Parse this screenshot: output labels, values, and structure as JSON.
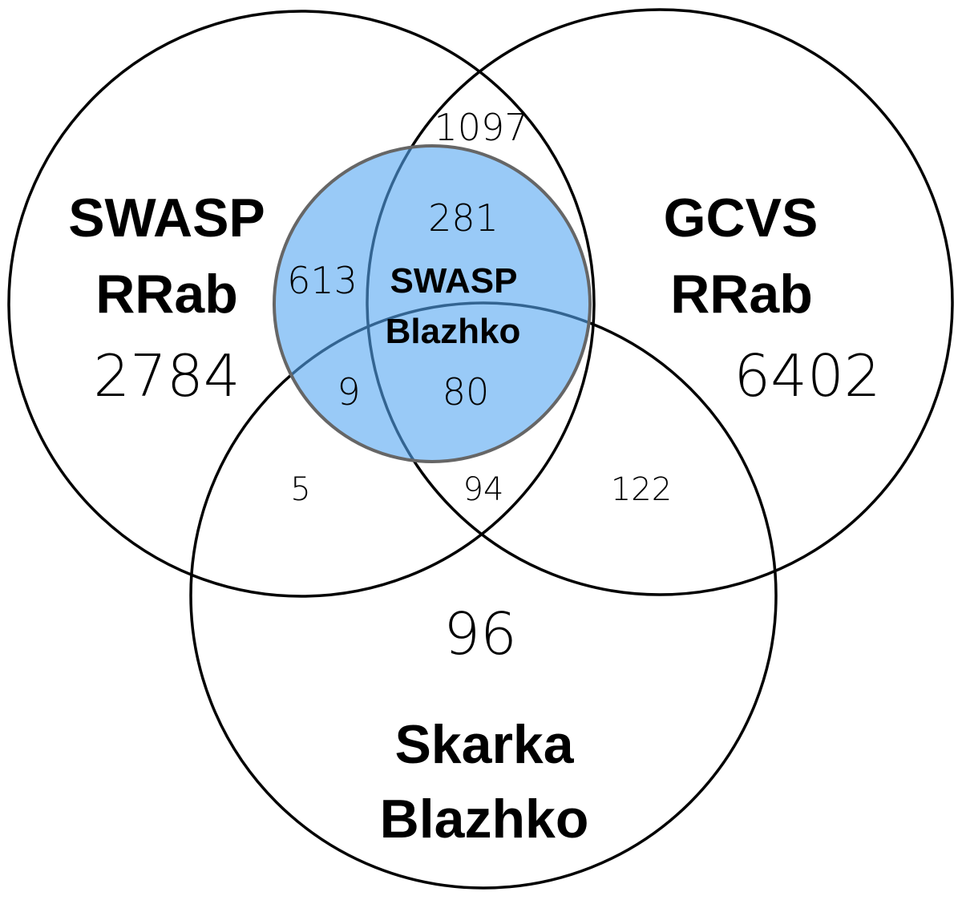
{
  "chart_data": {
    "type": "venn",
    "title": "",
    "sets": [
      {
        "id": "swasp_rrab",
        "label_lines": [
          "SWASP",
          "RRab"
        ],
        "only_count": "2784"
      },
      {
        "id": "gcvs_rrab",
        "label_lines": [
          "GCVS",
          "RRab"
        ],
        "only_count": "6402"
      },
      {
        "id": "skarka_blazhko",
        "label_lines": [
          "Skarka",
          "Blazhko"
        ],
        "only_count": "96"
      },
      {
        "id": "swasp_blazhko",
        "label_lines": [
          "SWASP",
          "Blazhko"
        ],
        "highlighted": true,
        "subset_of": "swasp_rrab"
      }
    ],
    "regions": [
      {
        "id": "swasp_gcvs_only",
        "sets": [
          "swasp_rrab",
          "gcvs_rrab"
        ],
        "value": "1097"
      },
      {
        "id": "blazhko_gcvs",
        "sets": [
          "swasp_blazhko",
          "gcvs_rrab"
        ],
        "value": "281"
      },
      {
        "id": "blazhko_only",
        "sets": [
          "swasp_blazhko"
        ],
        "value": "613"
      },
      {
        "id": "blazhko_skarka",
        "sets": [
          "swasp_blazhko",
          "skarka_blazhko"
        ],
        "value": "9"
      },
      {
        "id": "blazhko_gcvs_skarka",
        "sets": [
          "swasp_blazhko",
          "gcvs_rrab",
          "skarka_blazhko"
        ],
        "value": "80"
      },
      {
        "id": "swasp_skarka_only",
        "sets": [
          "swasp_rrab",
          "skarka_blazhko"
        ],
        "value": "5"
      },
      {
        "id": "swasp_gcvs_skarka",
        "sets": [
          "swasp_rrab",
          "gcvs_rrab",
          "skarka_blazhko"
        ],
        "value": "94"
      },
      {
        "id": "gcvs_skarka_only",
        "sets": [
          "gcvs_rrab",
          "skarka_blazhko"
        ],
        "value": "122"
      }
    ],
    "colors": {
      "outline": "#000000",
      "highlight_fill": "#55A7F2",
      "highlight_fill_opacity": 0.6,
      "highlight_outline": "#666666"
    }
  }
}
